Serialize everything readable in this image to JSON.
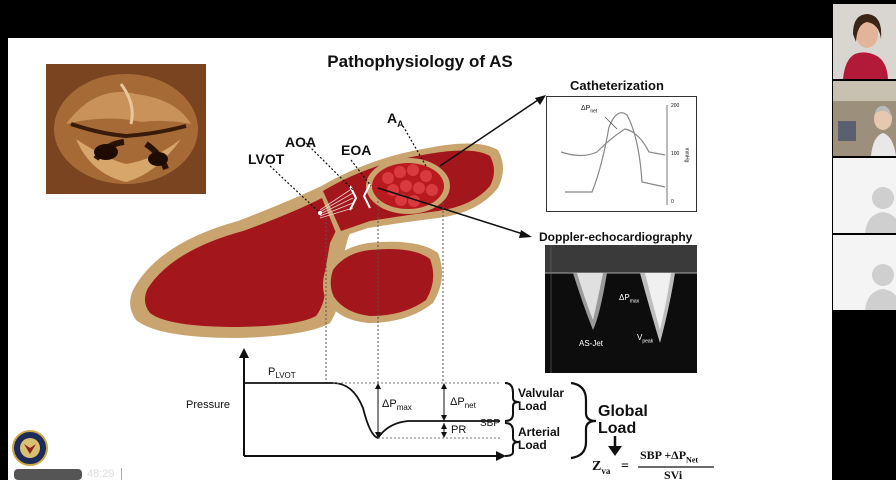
{
  "slide": {
    "title": "Pathophysiology of AS",
    "labels": {
      "lvot": "LVOT",
      "aoa": "AOA",
      "eoa": "EOA",
      "aa": "A",
      "aa_sub": "A",
      "catheterization": "Catheterization",
      "doppler": "Doppler-echocardiography",
      "pressure": "Pressure",
      "plvot": "P",
      "plvot_sub": "LVOT",
      "dpmax": "ΔP",
      "dpmax_sub": "max",
      "dpnet": "ΔP",
      "dpnet_sub": "net",
      "pr": "PR",
      "sbp": "SBP",
      "valvular1": "Valvular",
      "valvular2": "Load",
      "arterial1": "Arterial",
      "arterial2": "Load",
      "global1": "Global",
      "global2": "Load",
      "zva": "Z",
      "zva_sub": "va",
      "formula_num": "SBP +ΔP",
      "formula_num_sub": "Net",
      "formula_den": "SVi",
      "equals": "="
    },
    "cath": {
      "dp_net": "ΔP",
      "dp_net_sub": "net",
      "tick_top": "200",
      "tick_mid": "100",
      "tick_bot": "0",
      "axis": "mmHg"
    },
    "doppler": {
      "dp_max": "ΔP",
      "dp_max_sub": "max",
      "as_jet": "AS-Jet",
      "v_peak": "V",
      "v_peak_sub": "peak"
    }
  },
  "footer": {
    "time": "48:29"
  },
  "colors": {
    "heart_red": "#a3161b",
    "heart_rim": "#c9a46e",
    "background": "#000000",
    "slide_bg": "#ffffff"
  }
}
